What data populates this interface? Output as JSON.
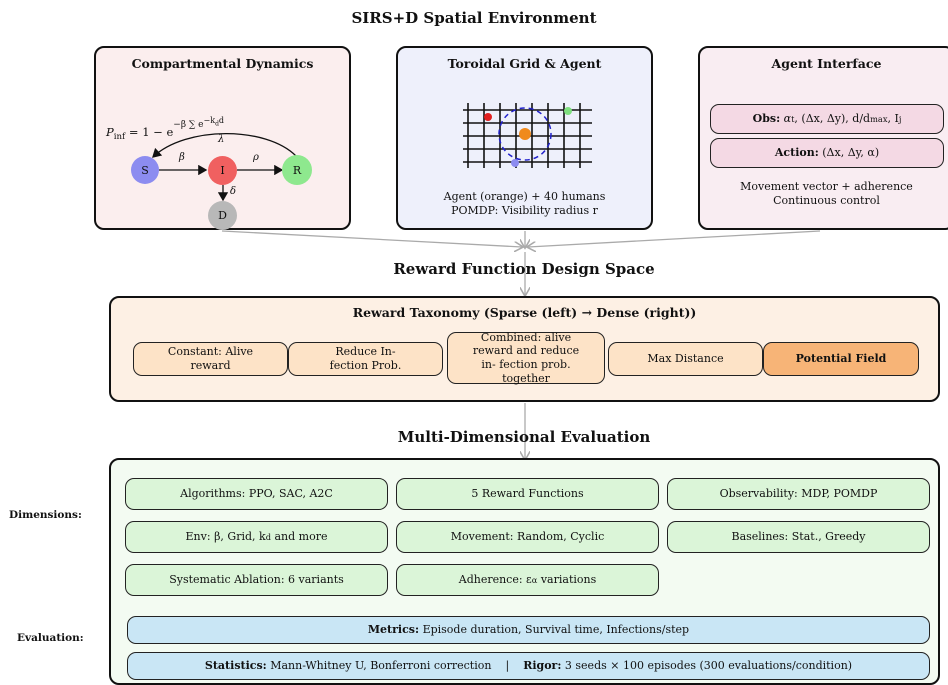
{
  "main_title": "SIRS+D Spatial Environment",
  "panel_compartmental": {
    "title": "Compartmental Dynamics",
    "formula_lhs": "P",
    "formula_lhs_sub": "inf",
    "formula_rhs": "= 1 − e",
    "formula_exp": "−β ∑ e",
    "formula_exp2": "−k",
    "formula_exp2_sub": "d",
    "formula_exp2_tail": "d",
    "nodes": {
      "s": "S",
      "i": "I",
      "r": "R",
      "d": "D"
    },
    "rates": {
      "beta": "β",
      "lambda": "λ",
      "rho": "ρ",
      "delta": "δ"
    },
    "colors": {
      "s": "#8c8cf0",
      "i": "#f06060",
      "r": "#8ee88e",
      "d": "#b8b8b8"
    }
  },
  "panel_grid": {
    "title": "Toroidal Grid & Agent",
    "caption_line1": "Agent (orange) + 40 humans",
    "caption_line2": "POMDP: Visibility radius r"
  },
  "panel_agent": {
    "title": "Agent Interface",
    "obs_label": "Obs:",
    "obs_text": "α",
    "obs_sub": "t",
    "obs_rest": ", (Δx, Δy), d/d",
    "obs_sub2": "max",
    "obs_end": ", I",
    "obs_sub3": "j",
    "action_label": "Action:",
    "action_text": "(Δx, Δy, α)",
    "caption_line1": "Movement vector + adherence",
    "caption_line2": "Continuous control"
  },
  "reward_section_title": "Reward Function Design Space",
  "reward_panel": {
    "title": "Reward Taxonomy (Sparse (left) → Dense (right))",
    "items": [
      "Constant: Alive reward",
      "Reduce In- fection Prob.",
      "Combined: alive reward and reduce in- fection prob. together",
      "Max Distance",
      "Potential Field"
    ]
  },
  "eval_section_title": "Multi-Dimensional Evaluation",
  "eval_panel": {
    "dimensions_label": "Dimensions:",
    "evaluation_label": "Evaluation:",
    "dims": [
      "Algorithms: PPO, SAC, A2C",
      "5 Reward Functions",
      "Observability: MDP, POMDP",
      "Env: β, Grid, k",
      "Movement: Random, Cyclic",
      "Baselines: Stat., Greedy",
      "Systematic Ablation: 6 variants",
      "Adherence: ε"
    ],
    "env_sub": "d",
    "env_tail": " and more",
    "adherence_sub": "α",
    "adherence_tail": " variations",
    "metrics_label": "Metrics:",
    "metrics_text": "Episode duration, Survival time, Infections/step",
    "stats_label": "Statistics:",
    "stats_text": "Mann-Whitney U, Bonferroni correction",
    "separator": "|",
    "rigor_label": "Rigor:",
    "rigor_text": "3 seeds × 100 episodes (300 evaluations/condition)"
  }
}
